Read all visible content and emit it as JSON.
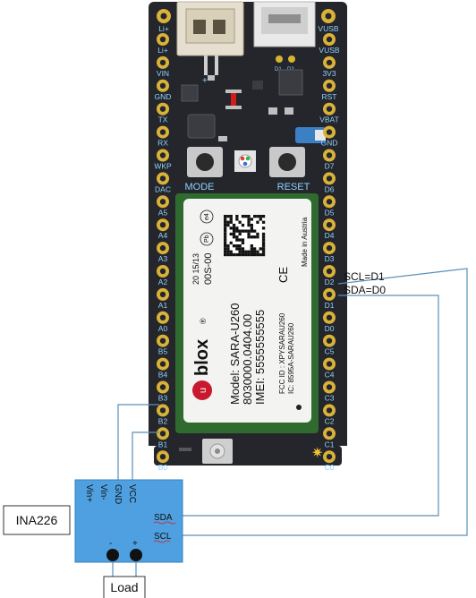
{
  "board": {
    "left_pins": [
      "Li+",
      "VIN",
      "GND",
      "TX",
      "RX",
      "WKP",
      "DAC",
      "A5",
      "A4",
      "A3",
      "A2",
      "A1",
      "A0",
      "B5",
      "B4",
      "B3",
      "B2",
      "B1",
      "B0"
    ],
    "right_pins": [
      "VUSB",
      "3V3",
      "RST",
      "VBAT",
      "GND",
      "D7",
      "D6",
      "D5",
      "D4",
      "D3",
      "D2",
      "D1",
      "D0",
      "C5",
      "C4",
      "C3",
      "C2",
      "C1",
      "C0"
    ],
    "mode_label": "MODE",
    "reset_label": "RESET",
    "top_left_pin_small": "Li+",
    "top_right_pin_small": "VUSB",
    "led_labels": [
      "D1",
      "D2"
    ],
    "plus_mark": "+",
    "module": {
      "brand": "blox",
      "registered": "®",
      "model": "Model: SARA-U260",
      "part": "8030000.0404.00",
      "imei": "IMEI: 5555555555",
      "fcc": "FCC ID : XPYSARAU260",
      "ic": "IC: 8595A-SARAU260",
      "date_code": "20   15/13",
      "lot": "00S-00",
      "made_in": "Made in Austria",
      "ce": "CE",
      "e4": "e4",
      "pb": "Pb"
    }
  },
  "wiring": {
    "scl_label": "SCL=D1",
    "sda_label": "SDA=D0"
  },
  "ina": {
    "name": "INA226",
    "pins_top": [
      "Vin+",
      "Vin-",
      "GND",
      "VCC"
    ],
    "sda": "SDA",
    "scl": "SCL",
    "minus": "-",
    "plus": "+",
    "load": "Load"
  },
  "colors": {
    "board": "#24262b",
    "module": "#2f6b2f",
    "ina": "#4ea0e0",
    "wire": "#5b8fb8"
  }
}
